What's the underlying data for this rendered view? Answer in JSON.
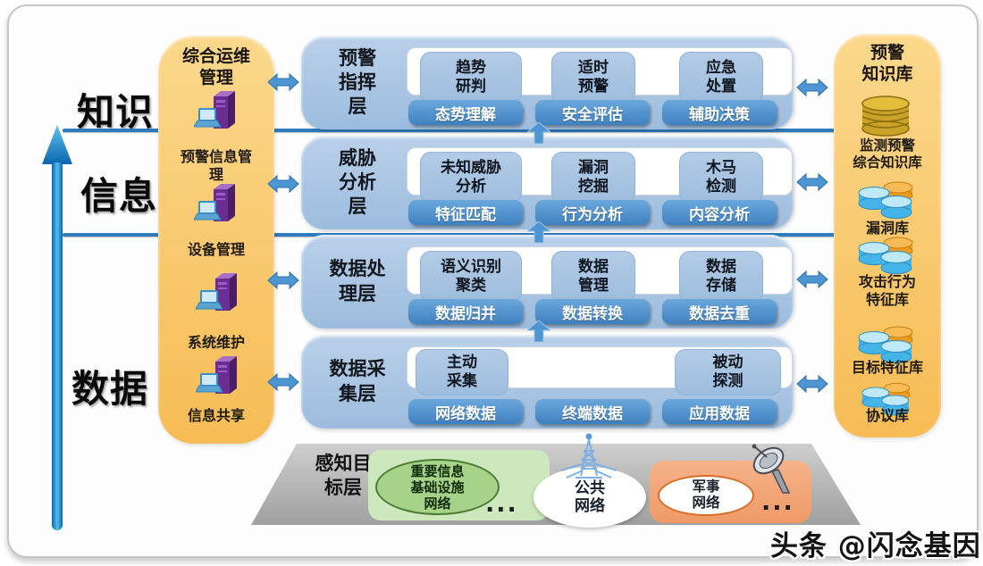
{
  "watermark": "头条 @闪念基因",
  "axis": {
    "knowledge": "知识",
    "information": "信息",
    "data": "数据"
  },
  "left_panel": {
    "title": "综合运维\n管理",
    "items": [
      {
        "label": "预警信息管\n理",
        "icon": "server-pc"
      },
      {
        "label": "设备管理",
        "icon": "server-pc"
      },
      {
        "label": "系统维护",
        "icon": "server-pc"
      },
      {
        "label": "信息共享",
        "icon": "server-pc"
      }
    ]
  },
  "right_panel": {
    "title": "预警\n知识库",
    "items": [
      {
        "label": "监测预警\n综合知识库",
        "icon": "gold-database"
      },
      {
        "label": "漏洞库",
        "icon": "disk-cluster"
      },
      {
        "label": "攻击行为\n特征库",
        "icon": "disk-cluster"
      },
      {
        "label": "目标特征库",
        "icon": "disk-cluster"
      },
      {
        "label": "协议库",
        "icon": "disk-cluster"
      }
    ]
  },
  "layers": [
    {
      "title": "预警\n指挥\n层",
      "modules": [
        "趋势\n研判",
        "适时\n预警",
        "应急\n处置"
      ],
      "pills": [
        "态势理解",
        "安全评估",
        "辅助决策"
      ]
    },
    {
      "title": "威胁\n分析\n层",
      "modules": [
        "未知威胁\n分析",
        "漏洞\n挖掘",
        "木马\n检测"
      ],
      "pills": [
        "特征匹配",
        "行为分析",
        "内容分析"
      ]
    },
    {
      "title": "数据处\n理层",
      "modules": [
        "语义识别\n聚类",
        "数据\n管理",
        "数据\n存储"
      ],
      "pills": [
        "数据归并",
        "数据转换",
        "数据去重"
      ]
    },
    {
      "title": "数据采\n集层",
      "modules": [
        "主动\n采集",
        "被动\n探测"
      ],
      "pills": [
        "网络数据",
        "终端数据",
        "应用数据"
      ]
    }
  ],
  "perception": {
    "title": "感知目\n标层",
    "ellipsis": "...",
    "networks": [
      {
        "label": "重要信息\n基础设施\n网络"
      },
      {
        "label": "公共\n网络",
        "icon": "radio-tower"
      },
      {
        "label": "军事\n网络",
        "icon": "satellite-dish"
      }
    ]
  },
  "colors": {
    "layer_blue": "#a9c5e2",
    "pill_blue": "#4e96d1",
    "panel_orange": "#f9c768",
    "line_blue": "#2e7cbd",
    "trapezoid_gray": "#b8b8b8",
    "green_network": "#a7d28a",
    "military_orange": "#f2a477",
    "arrow_blue": "#4e96d1"
  }
}
